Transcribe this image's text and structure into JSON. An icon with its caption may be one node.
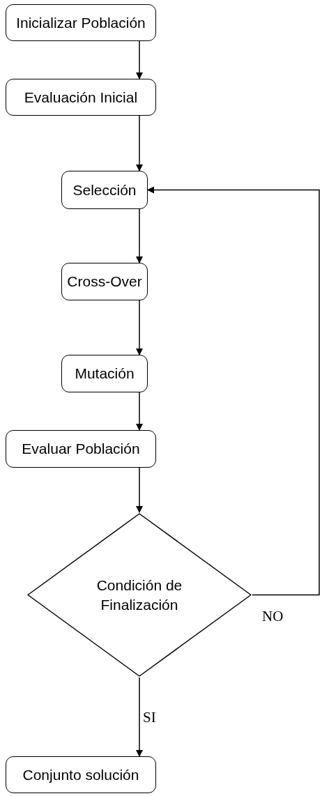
{
  "diagram": {
    "nodes": [
      {
        "text": [
          "Inicializar Población"
        ]
      },
      {
        "text": [
          "Evaluación Inicial"
        ]
      },
      {
        "text": [
          "Selección"
        ]
      },
      {
        "text": [
          "Cross-Over"
        ]
      },
      {
        "text": [
          "Mutación"
        ]
      },
      {
        "text": [
          "Evaluar Población"
        ]
      },
      {
        "text": [
          "Condición de Finalización"
        ]
      },
      {
        "text": [
          "Conjunto solución"
        ]
      }
    ],
    "edges": [
      {
        "from": 0,
        "to": 1,
        "arrow": "to"
      },
      {
        "from": 1,
        "to": 2,
        "arrow": "to"
      },
      {
        "from": 2,
        "to": 3,
        "arrow": "to"
      },
      {
        "from": 3,
        "to": 4,
        "arrow": "to"
      },
      {
        "from": 4,
        "to": 5,
        "arrow": "to"
      },
      {
        "from": 5,
        "to": 6,
        "arrow": "to"
      },
      {
        "from": 6,
        "to": 7,
        "arrow": "to",
        "label": "SI"
      },
      {
        "from": 6,
        "to": 2,
        "arrow": "to",
        "label": "NO"
      }
    ]
  }
}
